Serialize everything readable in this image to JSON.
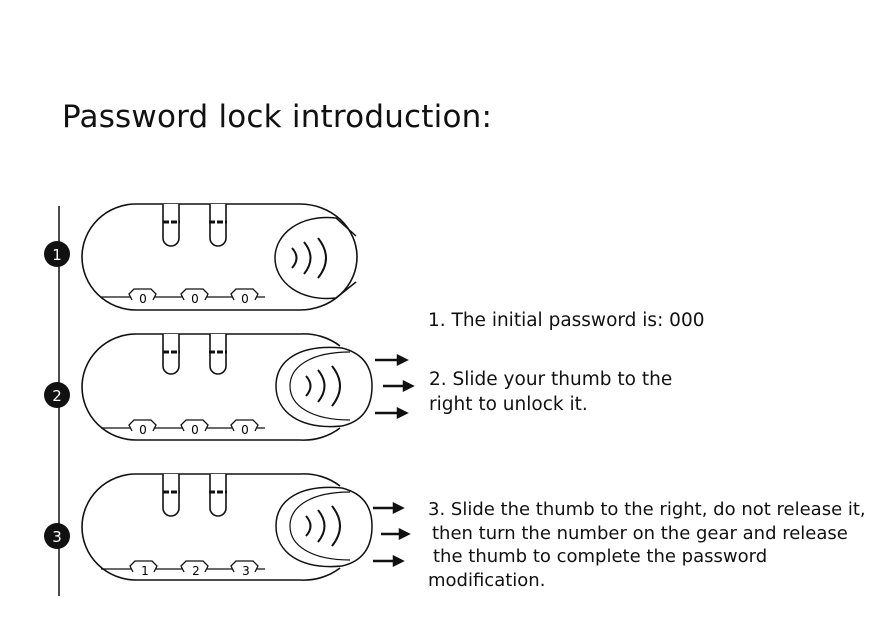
{
  "title": "Password lock introduction:",
  "steps": [
    {
      "badge": "1",
      "dials": [
        "0",
        "0",
        "0"
      ],
      "text": [
        "1. The initial password is: 000"
      ]
    },
    {
      "badge": "2",
      "dials": [
        "0",
        "0",
        "0"
      ],
      "text": [
        "2. Slide your thumb to the",
        "right to unlock it."
      ]
    },
    {
      "badge": "3",
      "dials": [
        "1",
        "2",
        "3"
      ],
      "text": [
        "3. Slide the thumb to the right, do not release it,",
        "then turn the number on the gear and release",
        "the thumb to complete the password modification."
      ]
    }
  ]
}
